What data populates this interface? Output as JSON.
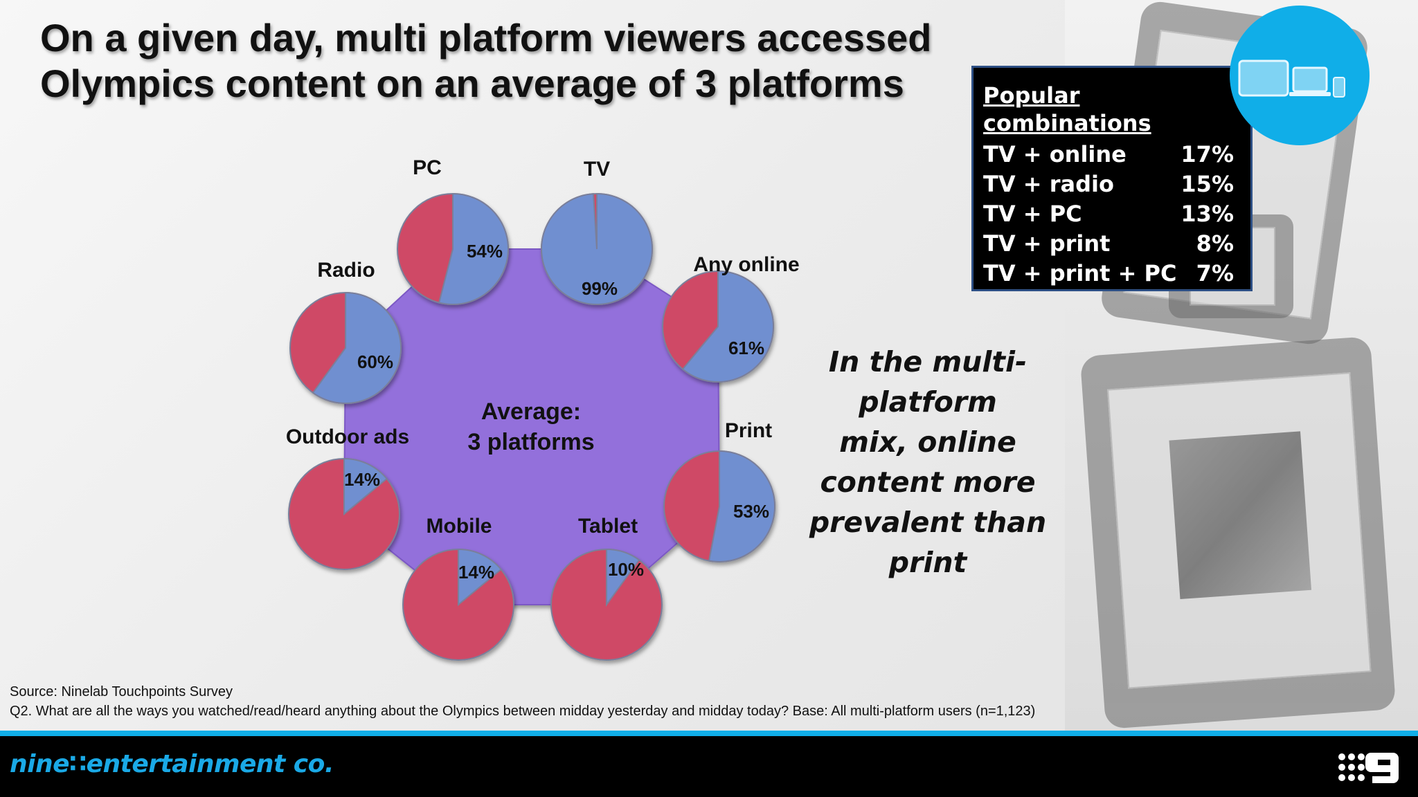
{
  "title": "On a given day, multi platform viewers accessed\nOlympics content on an average of 3 platforms",
  "center_label_line1": "Average:",
  "center_label_line2": "3 platforms",
  "callout": "In the multi-platform mix, online content more prevalent than print",
  "callout_lines": [
    "In the multi-",
    "platform",
    "mix, online",
    "content more",
    "prevalent than",
    "print"
  ],
  "combinations": {
    "heading": "Popular combinations",
    "rows": [
      {
        "label": "TV + online",
        "value": "17%"
      },
      {
        "label": "TV + radio",
        "value": "15%"
      },
      {
        "label": "TV + PC",
        "value": "13%"
      },
      {
        "label": "TV + print",
        "value": "8%"
      },
      {
        "label": "TV + print + PC",
        "value": "7%"
      }
    ]
  },
  "source": "Source: Ninelab Touchpoints Survey",
  "question": "Q2. What are all the ways you watched/read/heard anything about the Olympics between midday yesterday and midday today? Base: All multi-platform users (n=1,123)",
  "brand": "nine∷entertainment co.",
  "colors": {
    "share": "#6f8fd0",
    "remainder": "#cf4a66",
    "hub": "#9370db",
    "accent": "#10aee8"
  },
  "chart_data": {
    "type": "pie",
    "series_note": "",
    "pies": [
      {
        "category": "PC",
        "value": 54,
        "label": "54%"
      },
      {
        "category": "TV",
        "value": 99,
        "label": "99%"
      },
      {
        "category": "Any online",
        "value": 61,
        "label": "61%"
      },
      {
        "category": "Print",
        "value": 53,
        "label": "53%"
      },
      {
        "category": "Tablet",
        "value": 10,
        "label": "10%"
      },
      {
        "category": "Mobile",
        "value": 14,
        "label": "14%"
      },
      {
        "category": "Outdoor ads",
        "value": 14,
        "label": "14%"
      },
      {
        "category": "Radio",
        "value": 60,
        "label": "60%"
      }
    ]
  }
}
